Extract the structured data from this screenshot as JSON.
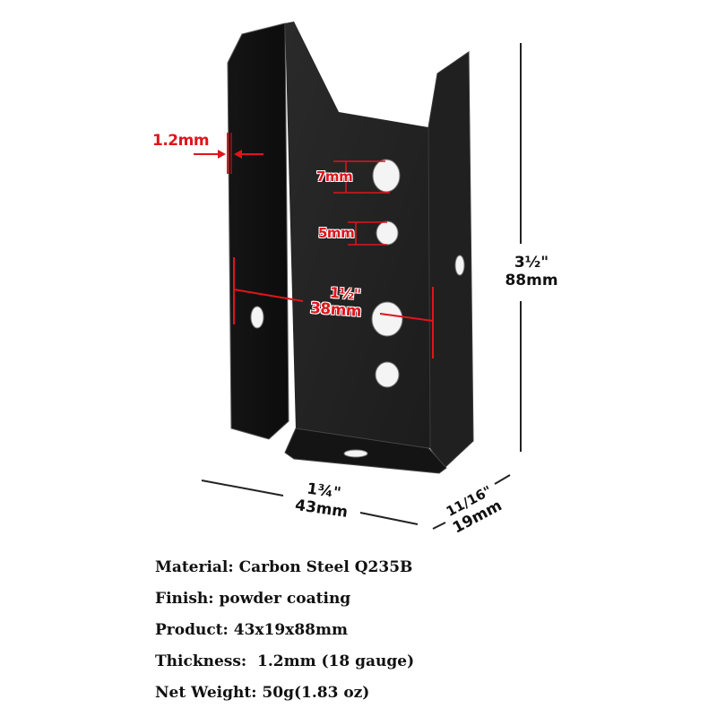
{
  "product": {
    "name": "Black powder-coated steel U bracket",
    "body_color": "#1f1f1f",
    "annotation_color": "#e0151b"
  },
  "annotations": {
    "thickness": "1.2mm",
    "hole_large": "7mm",
    "hole_small": "5mm",
    "inner_width_in": "1½\"",
    "inner_width_mm": "38mm"
  },
  "dimensions": {
    "height_in": "3½\"",
    "height_mm": "88mm",
    "width_in": "1¾\"",
    "width_mm": "43mm",
    "depth_in": "11/16\"",
    "depth_mm": "19mm"
  },
  "specs": [
    {
      "label": "Material:",
      "value": "Carbon Steel Q235B"
    },
    {
      "label": "Finish:",
      "value": "powder coating"
    },
    {
      "label": "Product:",
      "value": "43x19x88mm"
    },
    {
      "label": "Thickness:",
      "value": " 1.2mm (18 gauge)"
    },
    {
      "label": "Net Weight:",
      "value": "50g(1.83 oz)"
    }
  ]
}
